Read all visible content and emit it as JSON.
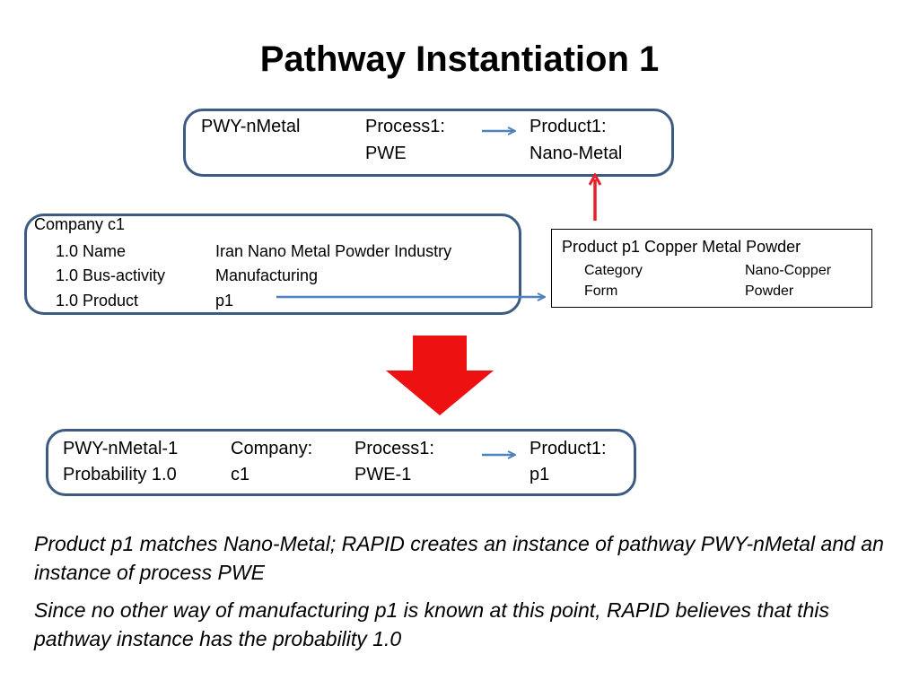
{
  "title": "Pathway Instantiation 1",
  "pathway_template": {
    "name": "PWY-nMetal",
    "process_label": "Process1:",
    "process_value": "PWE",
    "product_label": "Product1:",
    "product_value": "Nano-Metal"
  },
  "company": {
    "header": "Company c1",
    "rows": [
      {
        "key": "1.0 Name",
        "value": "Iran Nano Metal Powder Industry"
      },
      {
        "key": "1.0 Bus-activity",
        "value": "Manufacturing"
      },
      {
        "key": "1.0 Product",
        "value": "p1"
      }
    ]
  },
  "product": {
    "header": "Product p1 Copper Metal Powder",
    "rows": [
      {
        "key": "Category",
        "value": "Nano-Copper"
      },
      {
        "key": "Form",
        "value": "Powder"
      }
    ]
  },
  "pathway_instance": {
    "name": "PWY-nMetal-1",
    "probability": "Probability 1.0",
    "company_label": "Company:",
    "company_value": "c1",
    "process_label": "Process1:",
    "process_value": "PWE-1",
    "product_label": "Product1:",
    "product_value": "p1"
  },
  "notes": [
    "Product p1 matches Nano-Metal; RAPID creates an instance of pathway PWY-nMetal and an instance of process PWE",
    "Since no other way of manufacturing p1 is known at this point, RAPID believes that this pathway instance has the probability 1.0"
  ],
  "colors": {
    "box_border": "#3c5a82",
    "connector_arrow": "#4f81bd",
    "match_arrow": "#e8202a",
    "big_arrow": "#ee1111"
  }
}
